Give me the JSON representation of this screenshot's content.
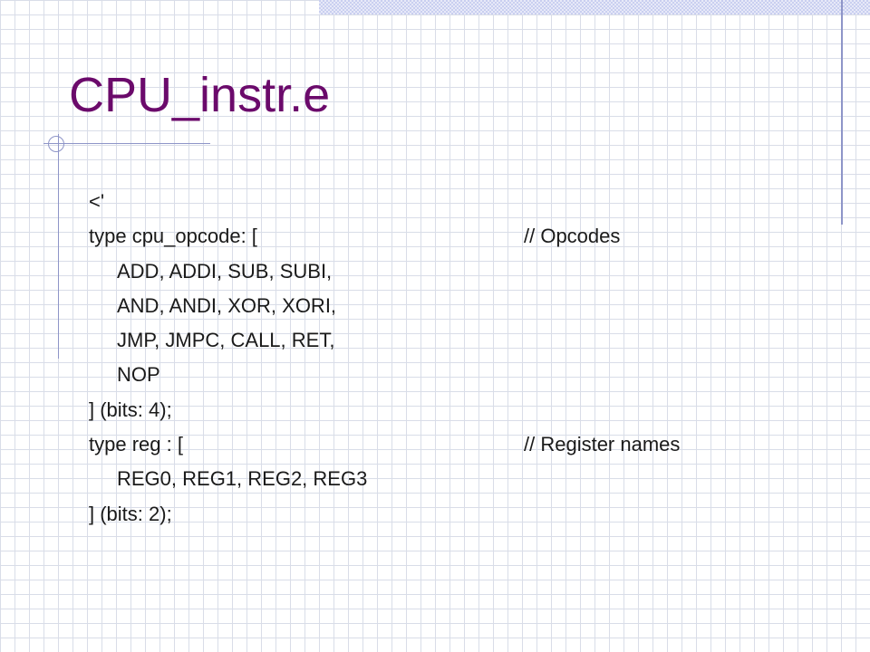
{
  "slide": {
    "title": "CPU_instr.e",
    "lines": [
      {
        "text": "<'",
        "comment": ""
      },
      {
        "text": "type cpu_opcode: [",
        "comment": "// Opcodes"
      },
      {
        "text": "ADD, ADDI, SUB, SUBI,",
        "comment": ""
      },
      {
        "text": "AND, ANDI, XOR, XORI,",
        "comment": ""
      },
      {
        "text": "JMP, JMPC, CALL, RET,",
        "comment": ""
      },
      {
        "text": "NOP",
        "comment": ""
      },
      {
        "text": "] (bits: 4);",
        "comment": ""
      },
      {
        "text": "type reg : [",
        "comment": "// Register names"
      },
      {
        "text": "REG0, REG1, REG2, REG3",
        "comment": ""
      },
      {
        "text": "] (bits: 2);",
        "comment": ""
      }
    ]
  },
  "colors": {
    "title": "#6b0a6b",
    "text": "#1a1a1a",
    "accent_line": "#8e95c8",
    "grid": "#d9dde8"
  }
}
